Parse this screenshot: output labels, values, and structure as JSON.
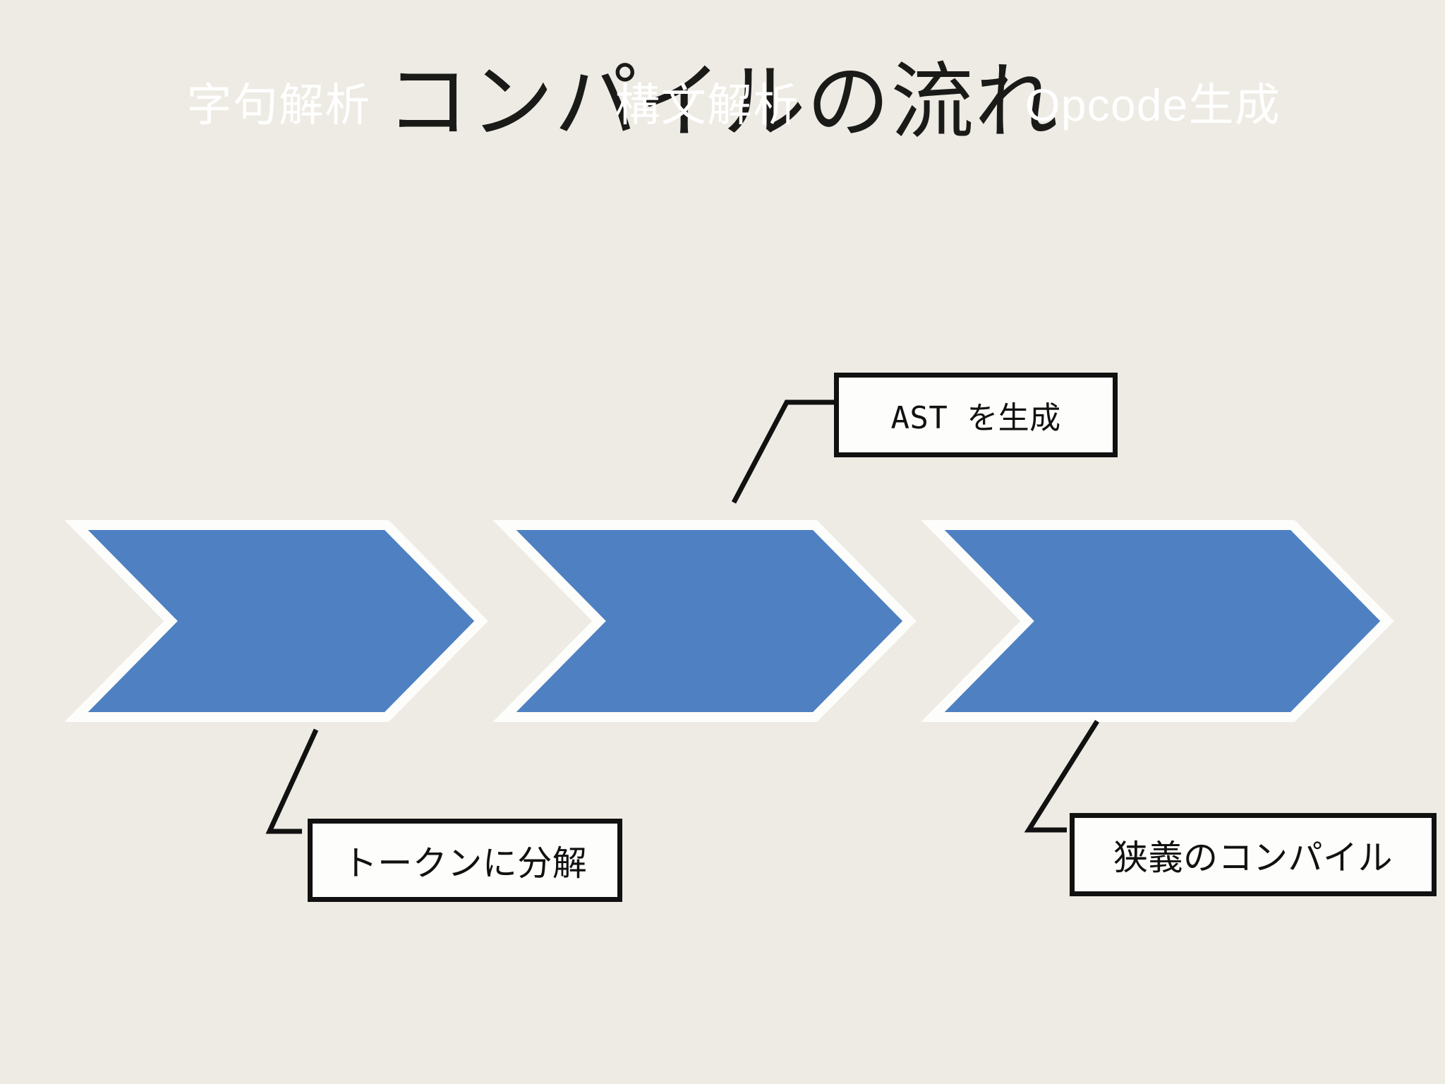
{
  "slide": {
    "title": "コンパイルの流れ",
    "background_color": "#EDEBE3",
    "accent_color": "#4E80C2",
    "outline_color": "#111111",
    "box_fill_color": "#FDFDFB",
    "chevron_text_color": "#FFFFFF"
  },
  "process": {
    "steps": [
      {
        "label": "字句解析",
        "order": 1
      },
      {
        "label": "構文解析",
        "order": 2
      },
      {
        "label": "Opcode生成",
        "order": 3
      }
    ]
  },
  "callouts": [
    {
      "text": "AST を生成",
      "attached_to": "構文解析",
      "position": "top-right"
    },
    {
      "text": "トークンに分解",
      "attached_to": "字句解析",
      "position": "bottom-left"
    },
    {
      "text": "狭義のコンパイル",
      "attached_to": "Opcode生成",
      "position": "bottom-right"
    }
  ]
}
